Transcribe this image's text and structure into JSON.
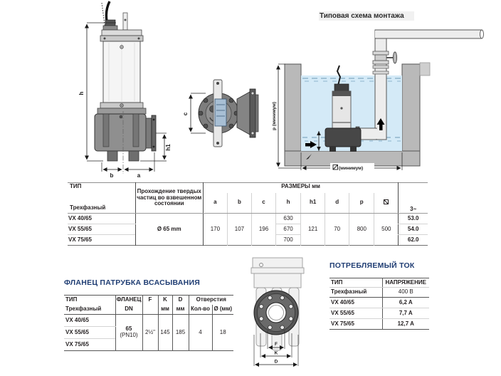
{
  "installation": {
    "title": "Типовая схема монтажа",
    "depth_label": "p (минимум)",
    "width_label": "(минимум)"
  },
  "front_view": {
    "labels": {
      "h": "h",
      "h1": "h1",
      "b": "b",
      "a": "a"
    }
  },
  "top_view": {
    "label_c": "c"
  },
  "flange_view": {
    "labels": {
      "f": "F",
      "k": "K",
      "d": "D"
    }
  },
  "dims_table": {
    "type_header": "ТИП",
    "type_sub": "Трехфазный",
    "solids_header": "Прохождение твердых частиц во взвешенном состоянии",
    "sizes_header": "РАЗМЕРЫ мм",
    "cols": {
      "a": "a",
      "b": "b",
      "c": "c",
      "h": "h",
      "h1": "h1",
      "d": "d",
      "p": "p"
    },
    "phase_header": "3~",
    "solids_value": "Ø 65 mm",
    "shared": {
      "a": "170",
      "b": "107",
      "c": "196",
      "h1": "121",
      "d": "70",
      "p": "800",
      "pit": "500"
    },
    "rows": [
      {
        "type": "VX 40/65",
        "h": "630",
        "weight": "53.0"
      },
      {
        "type": "VX 55/65",
        "h": "670",
        "weight": "54.0"
      },
      {
        "type": "VX 75/65",
        "h": "700",
        "weight": "62.0"
      }
    ]
  },
  "flange_table": {
    "title": "ФЛАНЕЦ ПАТРУБКА ВСАСЫВАНИЯ",
    "type_header": "ТИП",
    "type_sub": "Трехфазный",
    "dn_header": "ФЛАНЕЦ",
    "dn_sub": "DN",
    "f_header": "F",
    "k_header": "K",
    "d_header": "D",
    "mm_unit": "мм",
    "holes_header": "Отверстия",
    "holes_count_header": "Кол-во",
    "holes_d_header": "Ø (мм)",
    "rows": [
      "VX 40/65",
      "VX 55/65",
      "VX 75/65"
    ],
    "dn_value": "65",
    "dn_value_sub": "(PN10)",
    "f_value": "2½\"",
    "k_value": "145",
    "d_value": "185",
    "holes_count": "4",
    "holes_d": "18"
  },
  "current_table": {
    "title": "ПОТРЕБЛЯЕМЫЙ ТОК",
    "type_header": "ТИП",
    "voltage_header": "НАПРЯЖЕНИЕ",
    "type_sub": "Трехфазный",
    "voltage_value": "400 В",
    "rows": [
      {
        "type": "VX 40/65",
        "current": "6,2 A"
      },
      {
        "type": "VX 55/65",
        "current": "7,7 A"
      },
      {
        "type": "VX 75/65",
        "current": "12,7 A"
      }
    ]
  },
  "colors": {
    "accent_blue": "#1f3d73",
    "text_dark": "#231f20",
    "water": "#d4eaf7",
    "wall_gray": "#b9b9b9",
    "pipe_gray": "#ededed"
  }
}
